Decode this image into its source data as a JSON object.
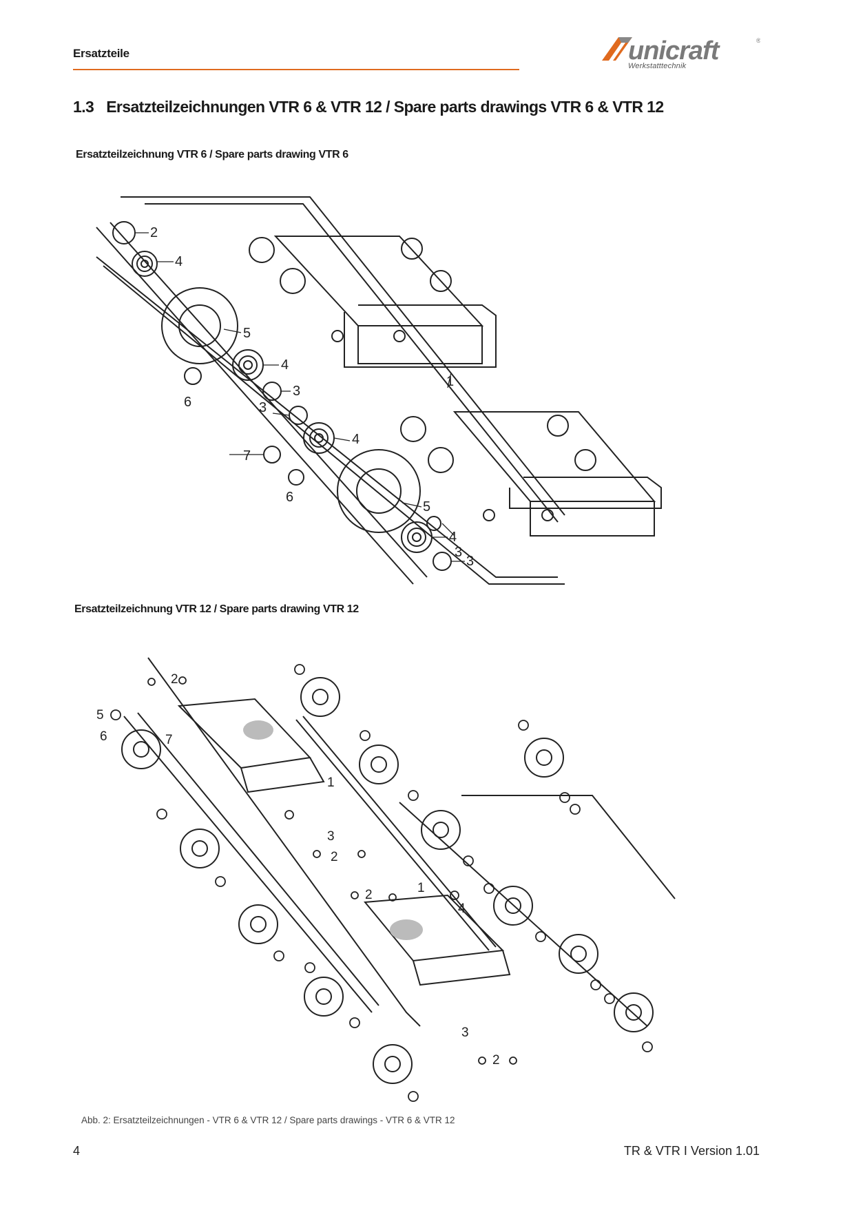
{
  "header": {
    "section_label": "Ersatzteile",
    "logo_text": "unicraft",
    "logo_tagline": "Werkstatttechnik",
    "accent_color": "#e06a1e"
  },
  "section": {
    "number": "1.3",
    "title": "Ersatzteilzeichnungen VTR 6 & VTR 12 / Spare parts drawings VTR 6 & VTR 12"
  },
  "drawings": [
    {
      "title": "Ersatzteilzeichnung VTR 6 / Spare parts drawing VTR 6",
      "callouts": [
        "1",
        "2",
        "3",
        "3",
        "3",
        "3",
        "4",
        "4",
        "4",
        "4",
        "5",
        "5",
        "6",
        "6",
        "7"
      ]
    },
    {
      "title": "Ersatzteilzeichnung VTR 12 / Spare parts drawing VTR 12",
      "callouts": [
        "1",
        "1",
        "2",
        "2",
        "2",
        "2",
        "3",
        "3",
        "4",
        "5",
        "6",
        "7"
      ]
    }
  ],
  "caption": "Abb. 2: Ersatzteilzeichnungen - VTR 6 & VTR 12 / Spare parts drawings - VTR 6 & VTR 12",
  "footer": {
    "page_number": "4",
    "doc_version": "TR & VTR I Version 1.01"
  }
}
